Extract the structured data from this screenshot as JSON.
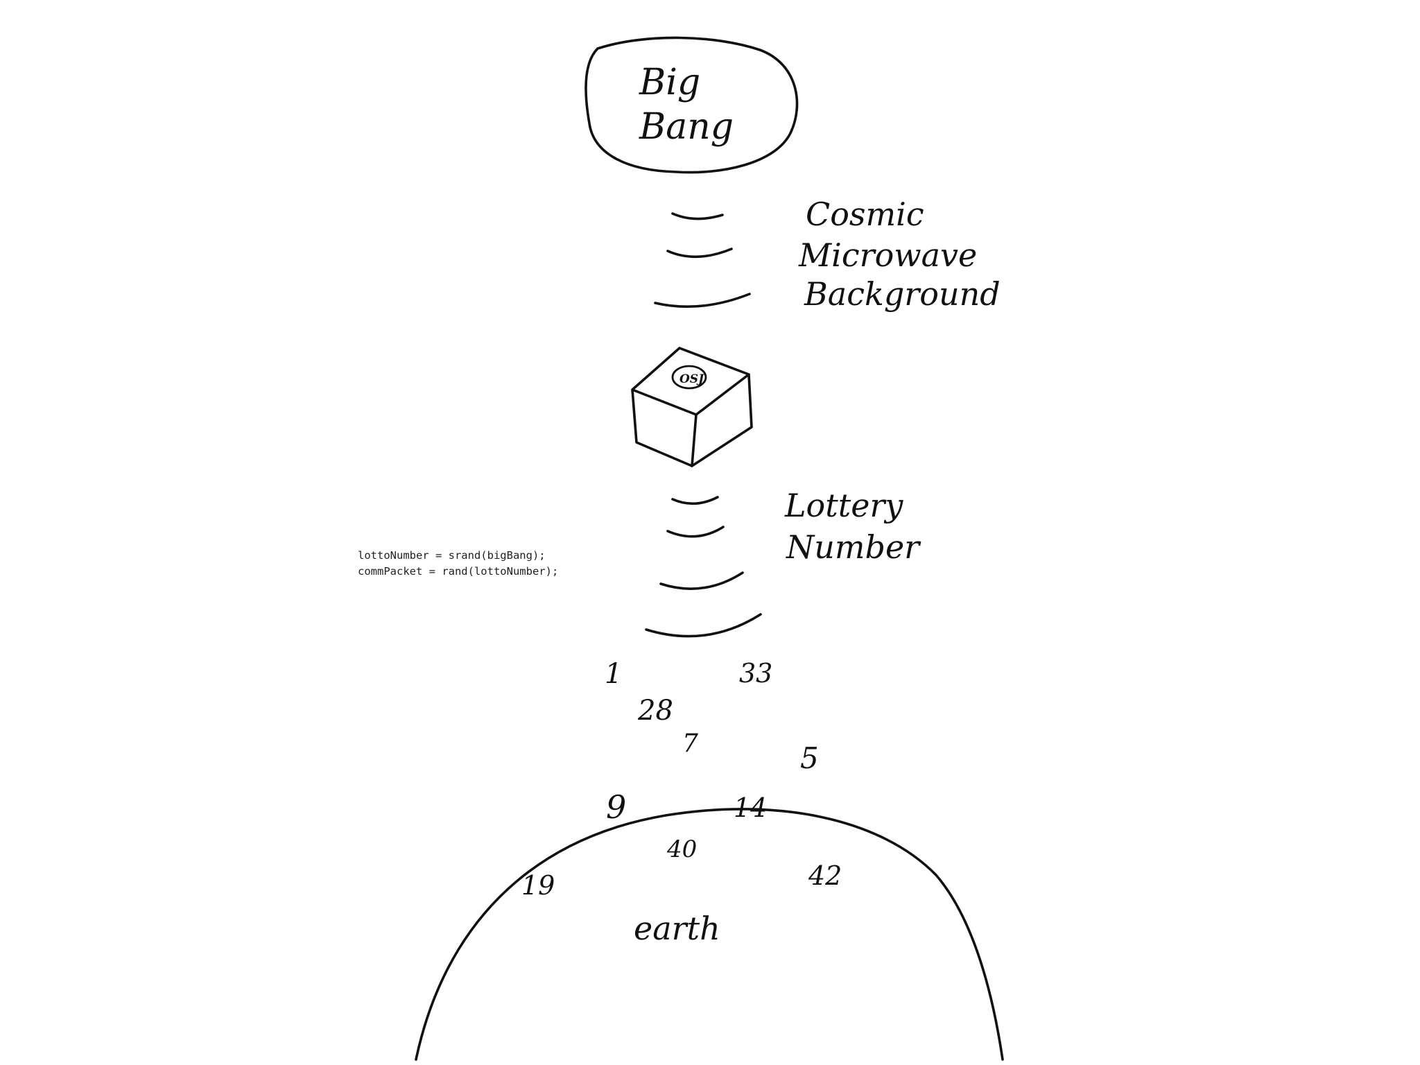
{
  "labels": {
    "big_bang_line1": "Big",
    "big_bang_line2": "Bang",
    "cmb_line1": "Cosmic",
    "cmb_line2": "Microwave",
    "cmb_line3": "Background",
    "lottery_line1": "Lottery",
    "lottery_line2": "Number",
    "earth": "earth",
    "box_logo": "OSJ"
  },
  "code": {
    "line1": "lottoNumber = srand(bigBang);",
    "line2": "commPacket = rand(lottoNumber);"
  },
  "numbers": {
    "n1": "1",
    "n33": "33",
    "n28": "28",
    "n7": "7",
    "n5": "5",
    "n9": "9",
    "n14": "14",
    "n40": "40",
    "n19": "19",
    "n42": "42"
  },
  "colors": {
    "ink": "#111111",
    "background": "#ffffff"
  }
}
